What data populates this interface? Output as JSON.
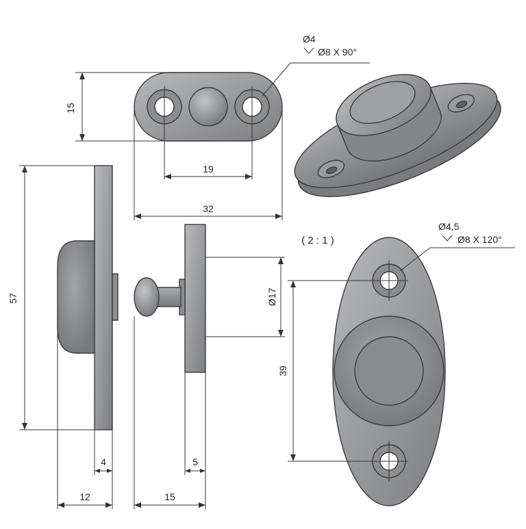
{
  "drawing": {
    "scale_note": "( 2 : 1 )",
    "top_view_hole": {
      "diameter": "Ø4",
      "countersink": "Ø8 X 90°"
    },
    "front_view_hole": {
      "diameter": "Ø4,5",
      "countersink": "Ø8 X 120°"
    },
    "dimensions": {
      "height_top": "15",
      "hole_spacing_top": "19",
      "width_top": "32",
      "total_height": "57",
      "plate_thickness": "4",
      "body_depth": "12",
      "striker_plate_thickness": "5",
      "striker_depth": "15",
      "striker_diameter": "Ø17",
      "hole_spacing_front": "39"
    },
    "colors": {
      "part_fill": "#8e8f92",
      "part_light": "#b4b5b8",
      "part_dark": "#6c6d70",
      "line": "#333333"
    }
  }
}
